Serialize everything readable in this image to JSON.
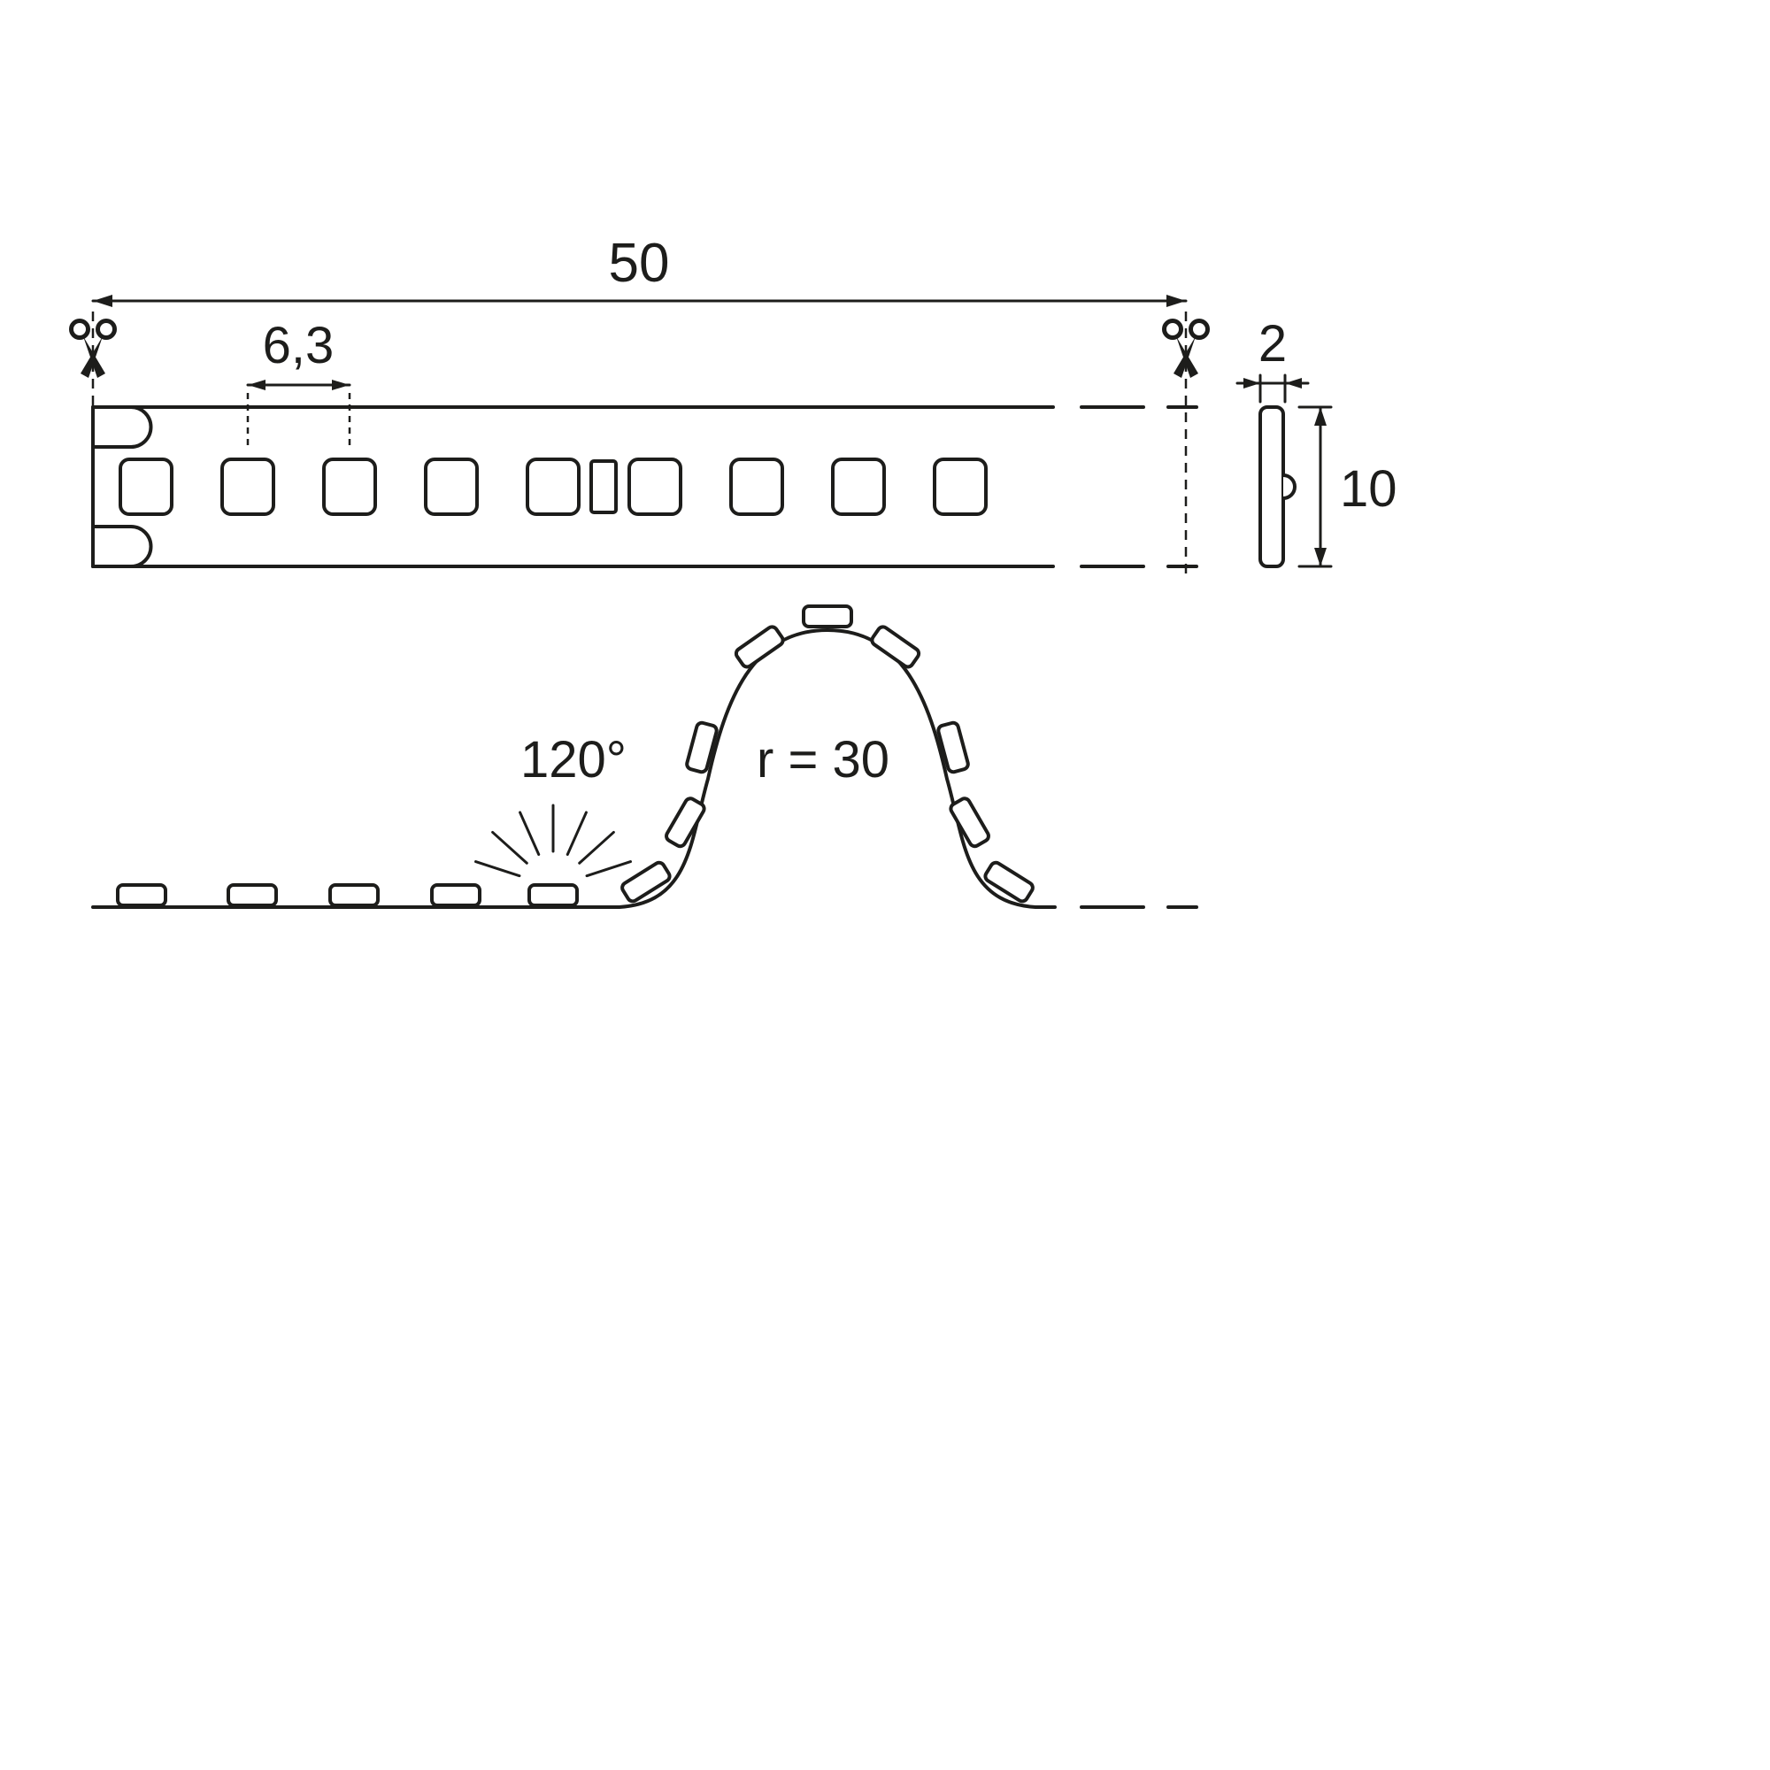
{
  "diagram": {
    "title": "LED strip dimensional drawing",
    "labels": {
      "total_length": "50",
      "led_pitch": "6,3",
      "strip_thickness": "2",
      "strip_width": "10",
      "beam_angle": "120°",
      "bend_radius": "r = 30"
    },
    "colors": {
      "line": "#1d1d1b",
      "background": "#ffffff"
    },
    "views": {
      "top_view_led_count": 9,
      "profile_flat_led_count": 5,
      "profile_curve_led_count": 9
    }
  }
}
